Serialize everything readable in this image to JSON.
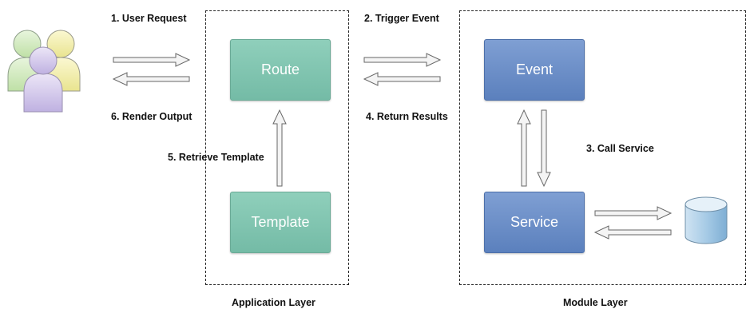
{
  "layers": {
    "application": {
      "label": "Application Layer"
    },
    "module": {
      "label": "Module Layer"
    }
  },
  "boxes": {
    "route": "Route",
    "template": "Template",
    "event": "Event",
    "service": "Service"
  },
  "steps": {
    "s1": "1. User Request",
    "s2": "2. Trigger Event",
    "s3": "3. Call Service",
    "s4": "4. Return Results",
    "s5": "5. Retrieve Template",
    "s6": "6. Render Output"
  },
  "colors": {
    "green_box": "#7fc3ae",
    "blue_box": "#6a8cc8",
    "arrow_fill": "#f4f4f4",
    "arrow_stroke": "#666666",
    "database": "#9fc6e2"
  },
  "icons": {
    "users": "users-group-icon",
    "database": "database-icon"
  }
}
